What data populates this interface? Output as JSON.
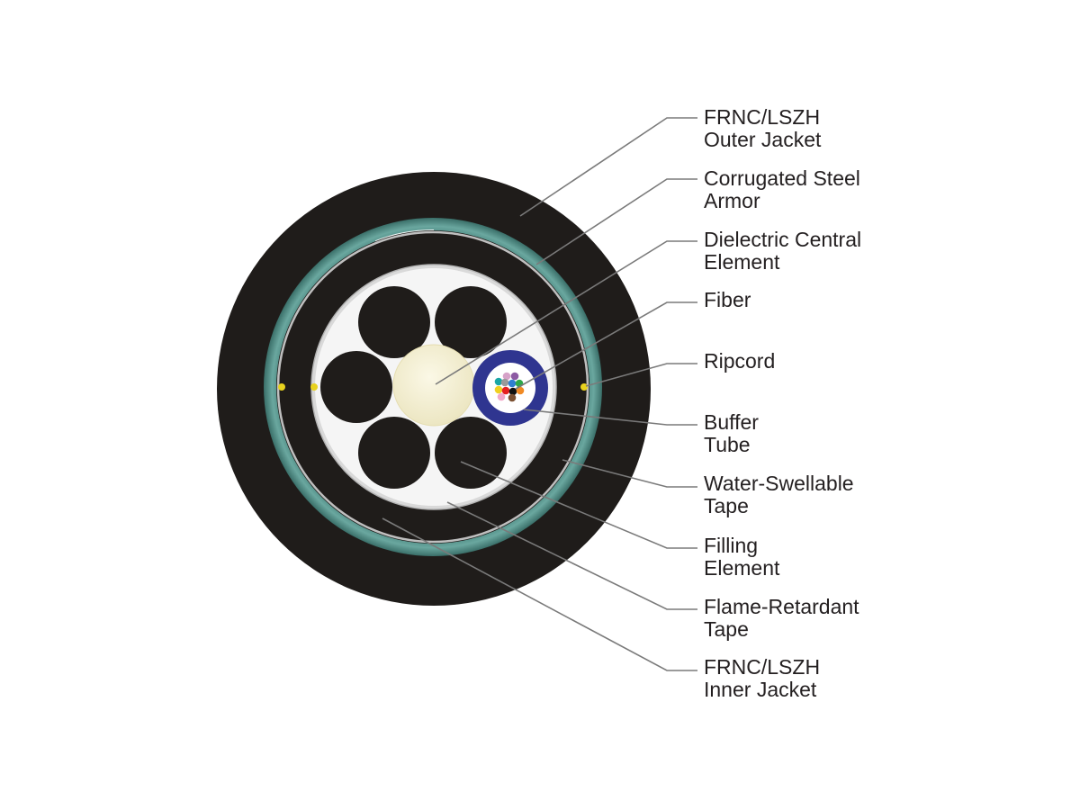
{
  "labels": [
    {
      "id": "outer-jacket",
      "line1": "FRNC/LSZH",
      "line2": "Outer Jacket"
    },
    {
      "id": "steel-armor",
      "line1": "Corrugated Steel",
      "line2": "Armor"
    },
    {
      "id": "central-element",
      "line1": "Dielectric Central",
      "line2": "Element"
    },
    {
      "id": "fiber",
      "line1": "Fiber",
      "line2": ""
    },
    {
      "id": "ripcord",
      "line1": "Ripcord",
      "line2": ""
    },
    {
      "id": "buffer-tube",
      "line1": "Buffer",
      "line2": "Tube"
    },
    {
      "id": "water-swellable-tape",
      "line1": "Water-Swellable",
      "line2": "Tape"
    },
    {
      "id": "filling-element",
      "line1": "Filling",
      "line2": "Element"
    },
    {
      "id": "flame-retardant-tape",
      "line1": "Flame-Retardant",
      "line2": "Tape"
    },
    {
      "id": "inner-jacket",
      "line1": "FRNC/LSZH",
      "line2": "Inner Jacket"
    }
  ],
  "colors": {
    "jacket": "#1f1c1a",
    "armor": "#4e8d86",
    "tape": "#dcdcdc",
    "central_element": "#f6f2d6",
    "buffer_tube": "#2f3590",
    "ripcord": "#e8d21e",
    "leader": "#7a7a7a",
    "text": "#231f20"
  },
  "fiber_colors": [
    "#d6a2c8",
    "#8c5aa3",
    "#1aa6a6",
    "#9a9a9a",
    "#2f7fd0",
    "#2ea84a",
    "#f0d020",
    "#e62020",
    "#111111",
    "#f08a24",
    "#f2a7c8",
    "#7b5032"
  ]
}
